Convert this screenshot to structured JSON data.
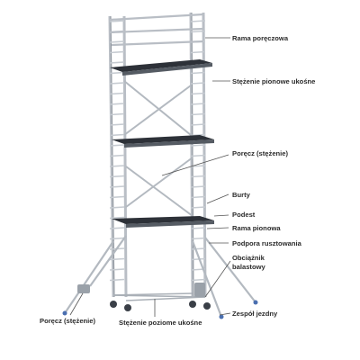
{
  "diagram": {
    "labels": {
      "rama_poreczowa": "Rama poręczowa",
      "stezenie_pionowe": "Stężenie pionowe ukośne",
      "porecz_stezenie_right": "Poręcz (stężenie)",
      "burty": "Burty",
      "podest": "Podest",
      "rama_pionowa": "Rama pionowa",
      "podpora": "Podpora rusztowania",
      "obciaznik_line1": "Obciążnik",
      "obciaznik_line2": "balastowy",
      "zespol_jezdny": "Zespół jezdny",
      "porecz_stezenie_left": "Poręcz (stężenie)",
      "stezenie_poziome": "Stężenie poziome ukośne"
    },
    "colors": {
      "frame": "#c3c8ce",
      "frame_dark": "#8c939b",
      "platform": "#2d3138",
      "callout_line": "#555555",
      "dot": "#4a6fb0"
    }
  }
}
